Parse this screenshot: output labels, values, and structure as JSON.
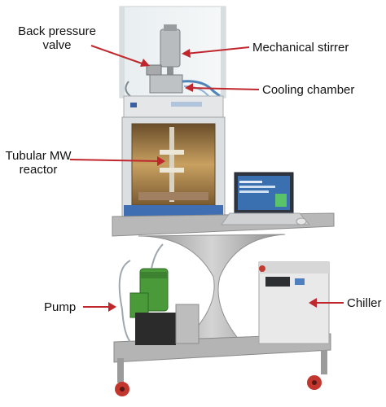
{
  "labels": {
    "back_pressure_valve": [
      "Back pressure",
      "valve"
    ],
    "mechanical_stirrer": "Mechanical stirrer",
    "cooling_chamber": "Cooling chamber",
    "tubular_mw_reactor": [
      "Tubular MW",
      "reactor"
    ],
    "pump": "Pump",
    "chiller": "Chiller"
  },
  "colors": {
    "arrow": "#c0272d",
    "frame_steel": "#a8a8a8",
    "pump_green": "#4a9a3a",
    "chiller_body": "#e9e9e9",
    "reactor_glow": "#c8a060",
    "laptop_screen": "#3a6fb0"
  }
}
